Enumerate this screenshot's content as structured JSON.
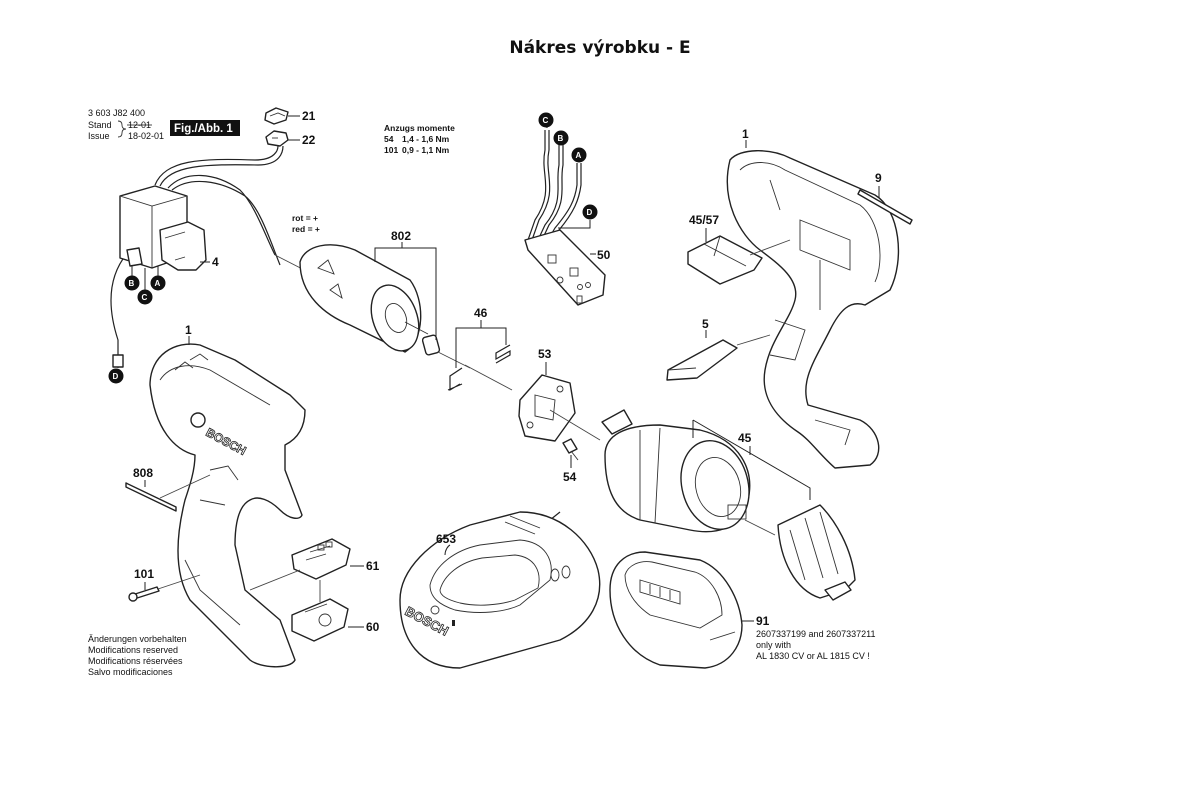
{
  "title": "Nákres výrobku - E",
  "header_block": {
    "part_number": "3 603 J82 400",
    "stand_label": "Stand",
    "issue_label": "Issue",
    "stand_value_struck": "12-01",
    "issue_date": "18-02-01",
    "figure_label": "Fig./Abb. 1"
  },
  "torque_note": {
    "heading": "Anzugs momente",
    "rows": [
      {
        "part": "54",
        "value": "1,4 - 1,6 Nm"
      },
      {
        "part": "101",
        "value": "0,9 - 1,1 Nm"
      }
    ]
  },
  "wire_color_note": [
    "rot = +",
    "red = +"
  ],
  "modifications_note": [
    "Änderungen vorbehalten",
    "Modifications reserved",
    "Modifications réservées",
    "Salvo modificaciones"
  ],
  "battery_note": [
    "2607337199 and 2607337211",
    "only with",
    "AL 1830 CV or AL 1815 CV !"
  ],
  "connector_badges": [
    "A",
    "B",
    "C",
    "D"
  ],
  "brand_text": "BOSCH",
  "part_labels": {
    "p21": "21",
    "p22": "22",
    "p4": "4",
    "p802": "802",
    "p46": "46",
    "p50": "50",
    "p53": "53",
    "p54": "54",
    "p1_left": "1",
    "p1_right": "1",
    "p9": "9",
    "p4557": "45/57",
    "p5": "5",
    "p45": "45",
    "p808": "808",
    "p101": "101",
    "p61": "61",
    "p60": "60",
    "p653": "653",
    "p91": "91"
  }
}
